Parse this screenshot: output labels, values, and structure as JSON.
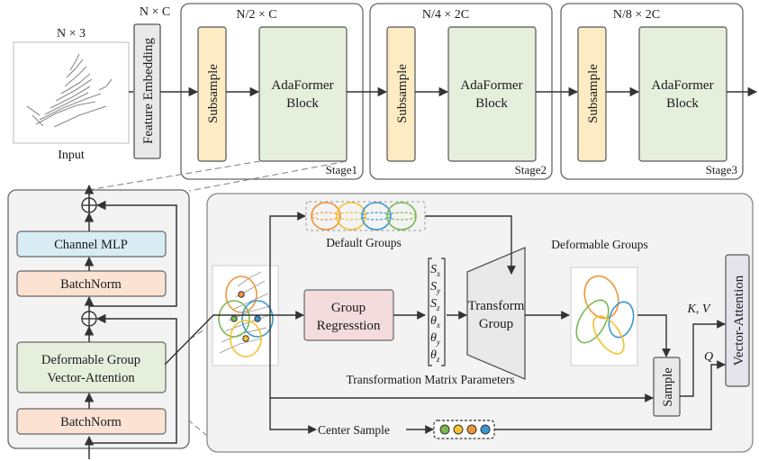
{
  "input": {
    "dim": "N × 3",
    "label": "Input"
  },
  "embedding": {
    "dim": "N × C",
    "label": "Feature Embedding"
  },
  "stages": [
    {
      "dim": "N/2 × C",
      "subsample": "Subsample",
      "block1": "AdaFormer",
      "block2": "Block",
      "name": "Stage1"
    },
    {
      "dim": "N/4 × 2C",
      "subsample": "Subsample",
      "block1": "AdaFormer",
      "block2": "Block",
      "name": "Stage2"
    },
    {
      "dim": "N/8 × 2C",
      "subsample": "Subsample",
      "block1": "AdaFormer",
      "block2": "Block",
      "name": "Stage3"
    }
  ],
  "block": {
    "channel_mlp": "Channel MLP",
    "batchnorm_top": "BatchNorm",
    "dgva_1": "Deformable Group",
    "dgva_2": "Vector-Attention",
    "batchnorm_bottom": "BatchNorm"
  },
  "detail": {
    "default_groups": "Default Groups",
    "deformable_groups": "Deformable Groups",
    "group_regression_1": "Group",
    "group_regression_2": "Regresstion",
    "params": [
      "S",
      "S",
      "S",
      "θ",
      "θ",
      "θ"
    ],
    "param_subs": [
      "x",
      "y",
      "z",
      "x",
      "y",
      "z"
    ],
    "params_caption": "Transformation Matrix Parameters",
    "transform_1": "Transform",
    "transform_2": "Group",
    "sample": "Sample",
    "kv": "K, V",
    "q": "Q",
    "vector_attention": "Vector-Attention",
    "center_sample": "Center Sample"
  },
  "colors": {
    "group_orange": "#f0953a",
    "group_yellow": "#f2c230",
    "group_blue": "#3a98d0",
    "group_green": "#7bb850",
    "subsample_fill": "#fdebc4",
    "block_fill": "#e6efdc",
    "mlp_fill": "#d8ecf3",
    "batchnorm_fill": "#fbe2d3",
    "regression_fill": "#f4dcdc",
    "attention_fill": "#e5e3ee"
  }
}
